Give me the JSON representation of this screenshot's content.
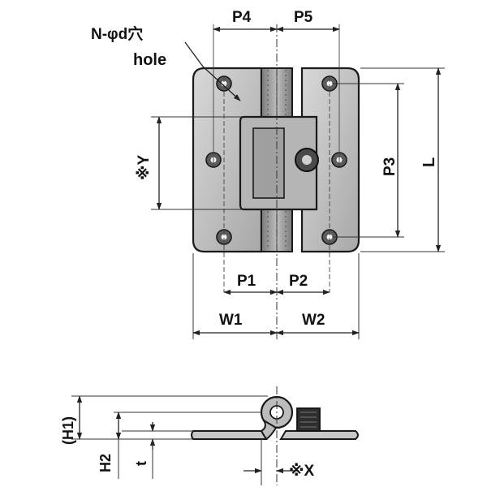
{
  "drawing": {
    "hole_callout": {
      "line1": "N-φd穴",
      "line2": "hole"
    },
    "labels": {
      "p4": "P4",
      "p5": "P5",
      "p1": "P1",
      "p2": "P2",
      "p3": "P3",
      "w1": "W1",
      "w2": "W2",
      "l": "L",
      "y": "※Y",
      "x": "※X",
      "h1": "(H1)",
      "h2": "H2",
      "t": "t"
    },
    "colors": {
      "plate": "#c4c4c4",
      "plate_shade": "#9a9a9a",
      "outline": "#1a1a1a",
      "knuckle": "#8c8c8c",
      "dim_line": "#222222"
    }
  }
}
